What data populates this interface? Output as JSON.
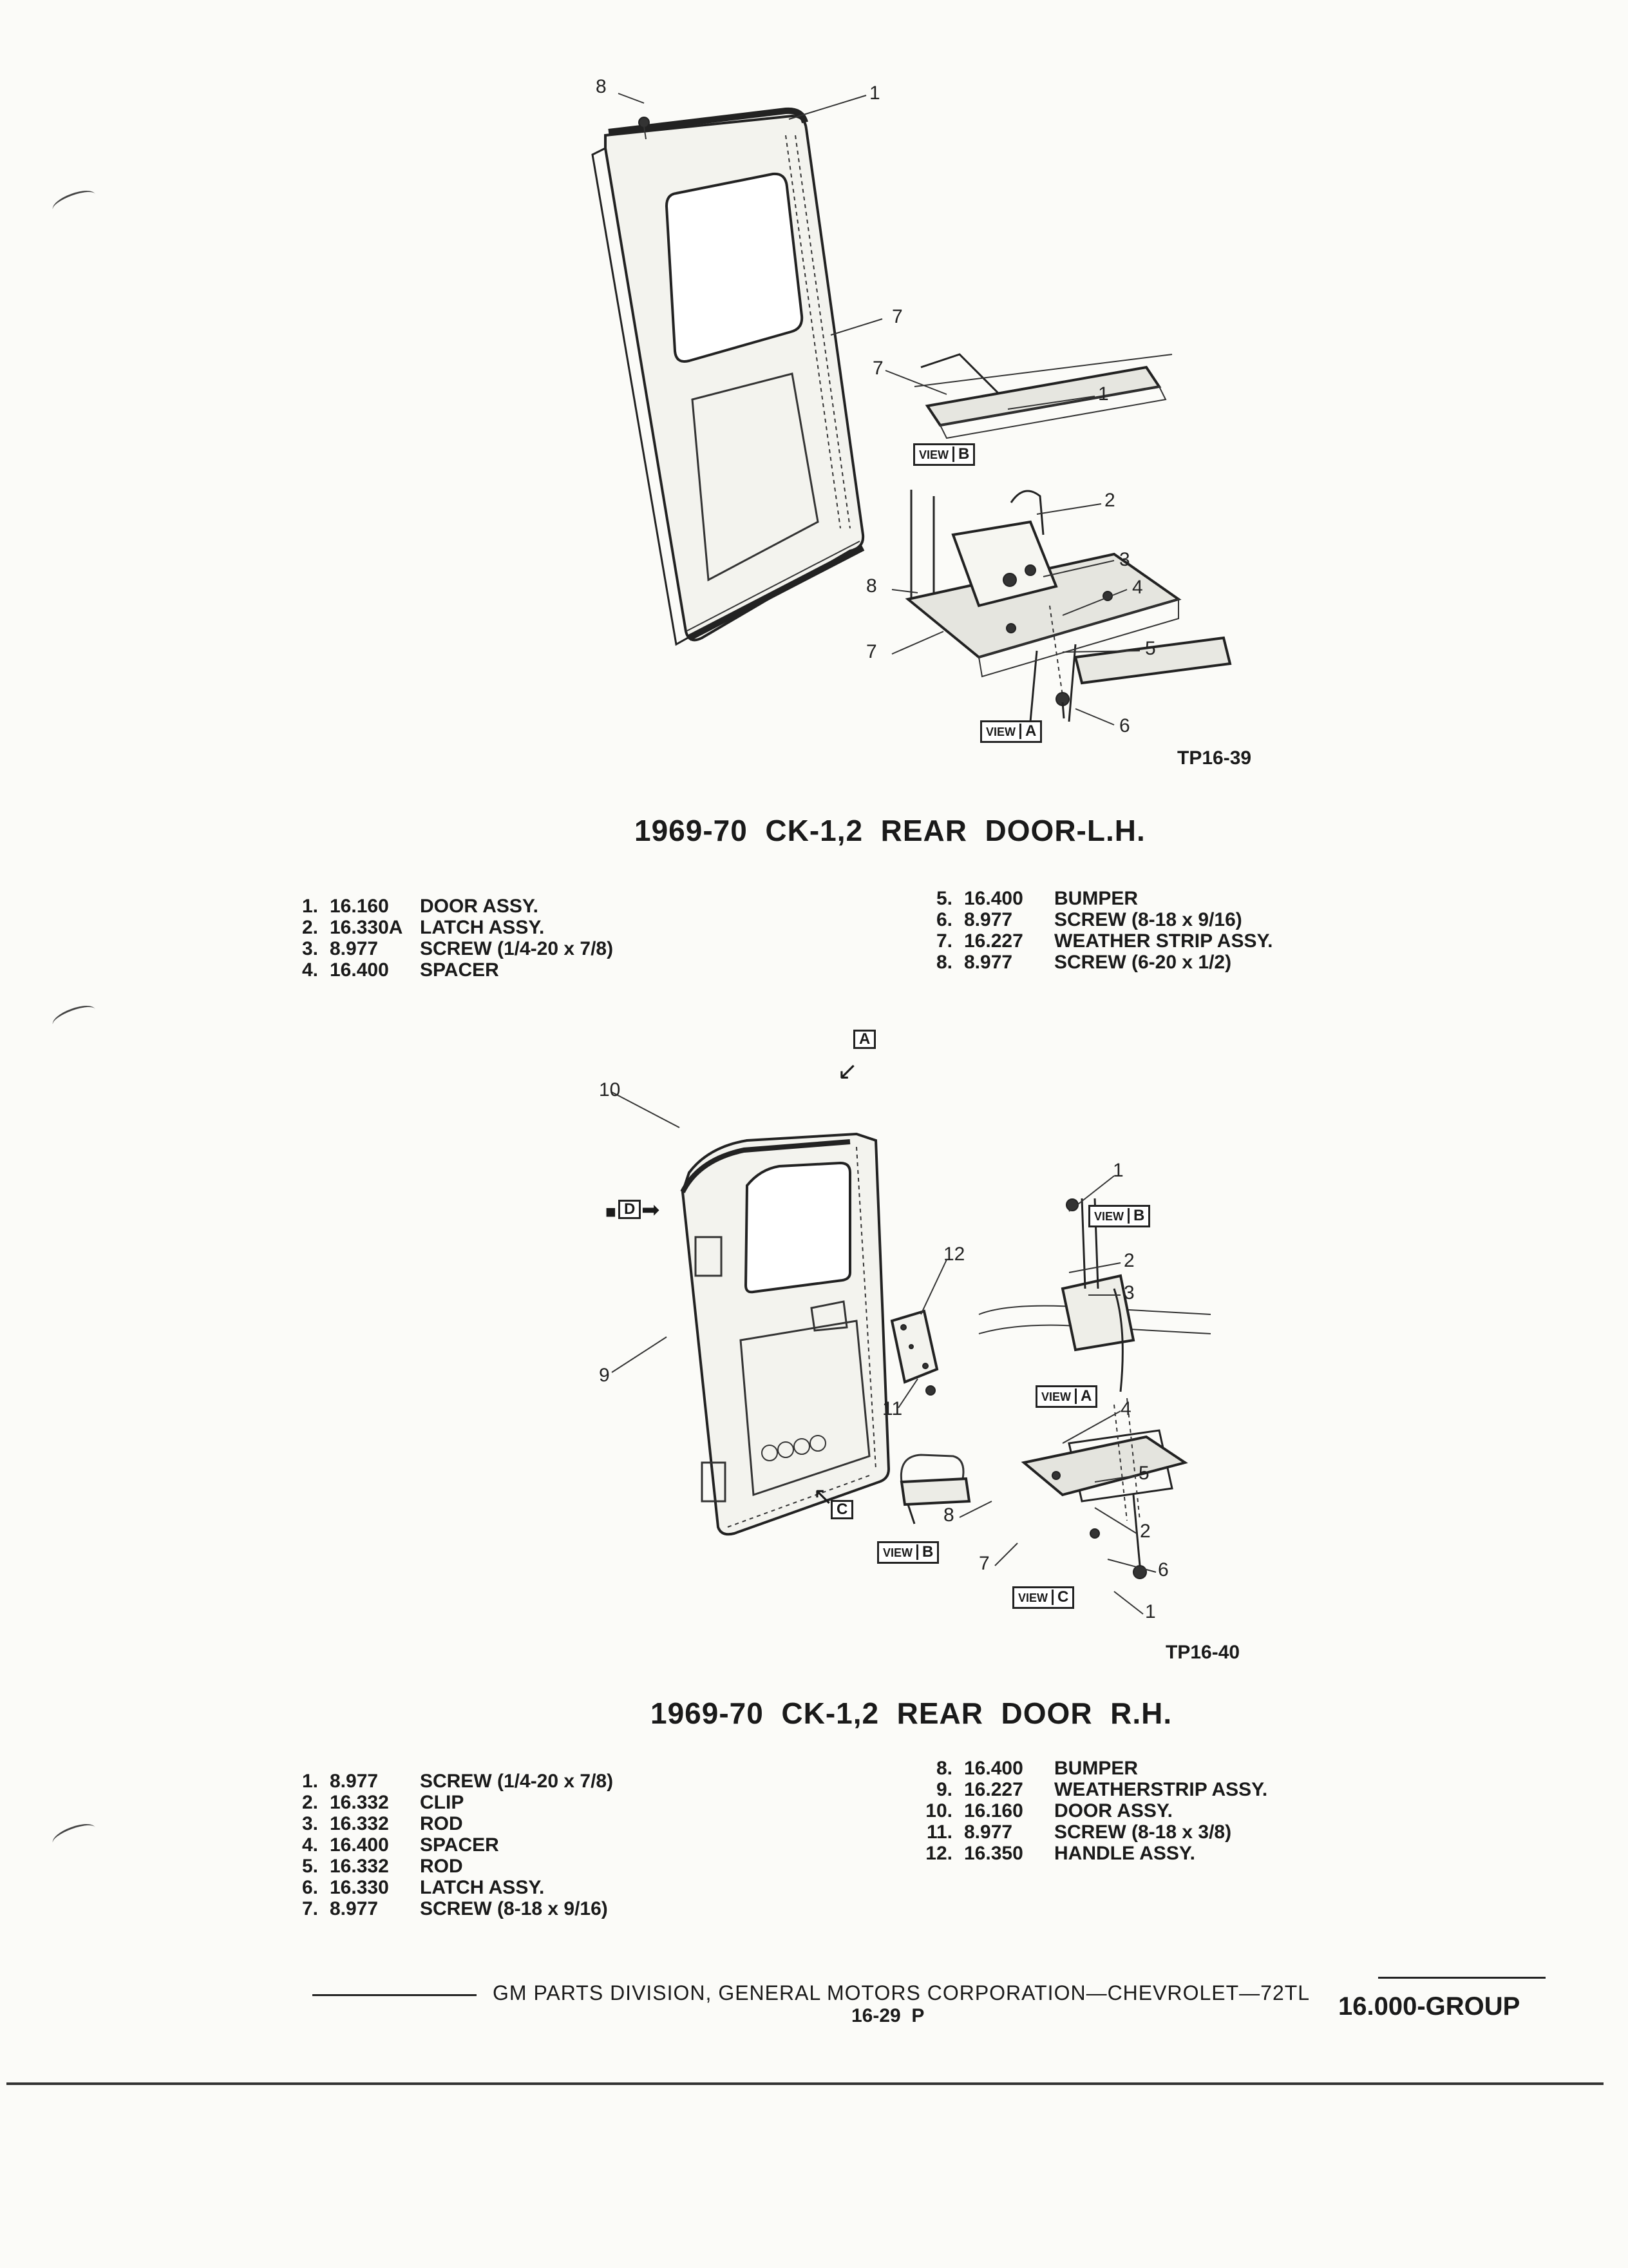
{
  "diagram_lh": {
    "tag": "TP16-39",
    "caption": "1969-70  CK-1,2  REAR  DOOR-L.H.",
    "view_label": "VIEW",
    "view_a": "A",
    "view_b": "B",
    "callouts": [
      "8",
      "1",
      "7",
      "7",
      "1",
      "2",
      "3",
      "4",
      "8",
      "5",
      "7",
      "6"
    ],
    "parts_left": [
      {
        "num": "1.",
        "group": "16.160",
        "desc": "DOOR ASSY."
      },
      {
        "num": "2.",
        "group": "16.330A",
        "desc": "LATCH ASSY."
      },
      {
        "num": "3.",
        "group": "8.977",
        "desc": "SCREW (1/4-20 x 7/8)"
      },
      {
        "num": "4.",
        "group": "16.400",
        "desc": "SPACER"
      }
    ],
    "parts_right": [
      {
        "num": "5.",
        "group": "16.400",
        "desc": "BUMPER"
      },
      {
        "num": "6.",
        "group": "8.977",
        "desc": "SCREW (8-18 x 9/16)"
      },
      {
        "num": "7.",
        "group": "16.227",
        "desc": "WEATHER STRIP ASSY."
      },
      {
        "num": "8.",
        "group": "8.977",
        "desc": "SCREW (6-20 x 1/2)"
      }
    ]
  },
  "diagram_rh": {
    "tag": "TP16-40",
    "caption": "1969-70  CK-1,2  REAR  DOOR  R.H.",
    "view_label": "VIEW",
    "view_a": "A",
    "view_b": "B",
    "view_c": "C",
    "marker_a": "A",
    "marker_c": "C",
    "marker_d": "D",
    "callouts": [
      "10",
      "9",
      "12",
      "11",
      "1",
      "2",
      "3",
      "4",
      "5",
      "8",
      "2",
      "7",
      "6",
      "1"
    ],
    "parts_left": [
      {
        "num": "1.",
        "group": "8.977",
        "desc": "SCREW (1/4-20 x 7/8)"
      },
      {
        "num": "2.",
        "group": "16.332",
        "desc": "CLIP"
      },
      {
        "num": "3.",
        "group": "16.332",
        "desc": "ROD"
      },
      {
        "num": "4.",
        "group": "16.400",
        "desc": "SPACER"
      },
      {
        "num": "5.",
        "group": "16.332",
        "desc": "ROD"
      },
      {
        "num": "6.",
        "group": "16.330",
        "desc": "LATCH ASSY."
      },
      {
        "num": "7.",
        "group": "8.977",
        "desc": "SCREW (8-18 x 9/16)"
      }
    ],
    "parts_right": [
      {
        "num": "8.",
        "group": "16.400",
        "desc": "BUMPER"
      },
      {
        "num": "9.",
        "group": "16.227",
        "desc": "WEATHERSTRIP ASSY."
      },
      {
        "num": "10.",
        "group": "16.160",
        "desc": "DOOR ASSY."
      },
      {
        "num": "11.",
        "group": "8.977",
        "desc": "SCREW (8-18 x 3/8)"
      },
      {
        "num": "12.",
        "group": "16.350",
        "desc": "HANDLE ASSY."
      }
    ]
  },
  "footer": {
    "text": "GM PARTS DIVISION, GENERAL MOTORS CORPORATION—CHEVROLET—72TL",
    "page": "16-29  P",
    "group": "16.000-GROUP"
  }
}
